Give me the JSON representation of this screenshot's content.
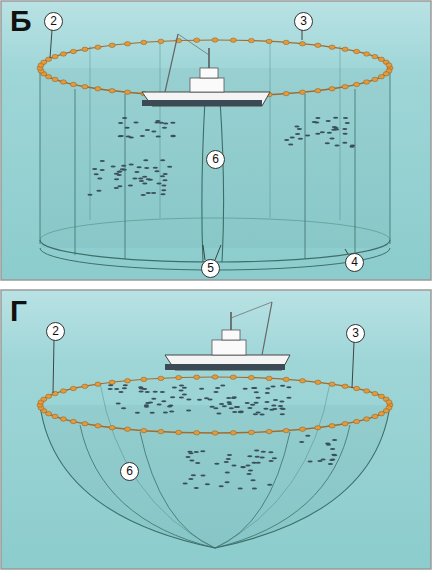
{
  "diagram": {
    "labels": [
      "Б",
      "2",
      "3",
      "6",
      "5",
      "4",
      "Г",
      "2",
      "3",
      "6"
    ]
  }
}
